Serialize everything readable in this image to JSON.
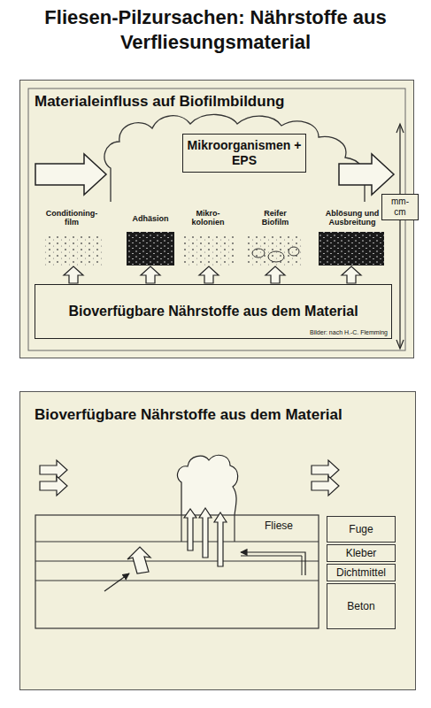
{
  "diagram": {
    "title": "Fliesen-Pilzursachen: Nährstoffe aus Verfliesungsmaterial",
    "nodes": [
      {
        "text": [
          "Materialeinfluss auf Biofilmbildung"
        ]
      },
      {
        "text": [
          "Mikroorganismen + EPS"
        ],
        "in": 0
      },
      {
        "text": [
          "Bioverfügbare Nährstoffe aus dem Material",
          "Bilder: nach H.-C. Flemming"
        ],
        "in": 0
      },
      {
        "text": [
          "mm-cm"
        ],
        "in": 0
      },
      {
        "text": [
          "Bioverfügbare Nährstoffe aus dem Material"
        ]
      },
      {
        "text": [
          "Fuge"
        ],
        "in": 4
      },
      {
        "text": [
          "Kleber"
        ],
        "in": 4
      },
      {
        "text": [
          "Dichtmittel"
        ],
        "in": 4
      },
      {
        "text": [
          "Beton"
        ],
        "in": 4
      }
    ],
    "labels": [
      "Conditioning-film",
      "Adhäsion",
      "Mikro-kolonien",
      "Reifer Biofilm",
      "Ablösung und Ausbreitung",
      "Fliese"
    ]
  }
}
